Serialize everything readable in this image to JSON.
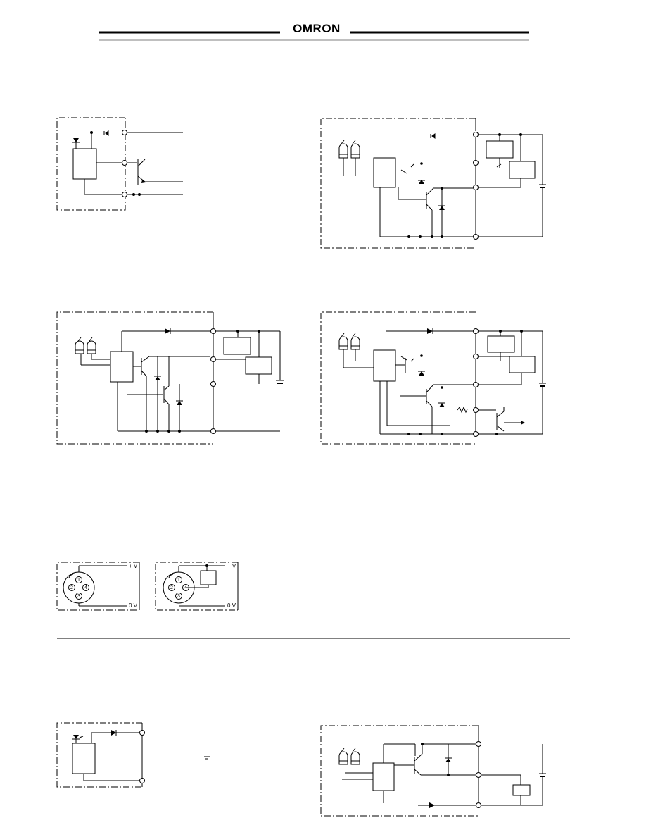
{
  "header": {
    "brand": "OMRON"
  },
  "connector_diagrams": {
    "left": {
      "top_label": "+ V",
      "bottom_label": "0 V",
      "pins": [
        "1",
        "2",
        "4",
        "3"
      ]
    },
    "right": {
      "top_label": "+ V",
      "bottom_label": "0 V",
      "pins": [
        "1",
        "2",
        "4",
        "3"
      ]
    }
  },
  "colors": {
    "ink": "#000000",
    "paper": "#ffffff"
  }
}
